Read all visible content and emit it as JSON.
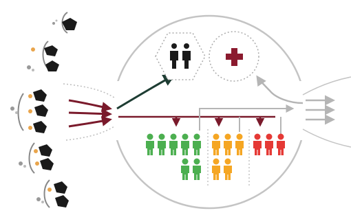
{
  "diagram": {
    "icons": {
      "incoming_casualties": "explosion-and-injured-figures-icon",
      "staff": "two-people-icon",
      "medical": "red-cross-icon",
      "patient": "person-icon"
    },
    "colors": {
      "inflow_arrow": "#7a1a2b",
      "staff_arrow": "#1e3d33",
      "outline": "#b5b5b5",
      "group_green": "#4caf50",
      "group_orange": "#f5a623",
      "group_red": "#e53935",
      "medical_cross": "#8b1a2e",
      "icon_dark": "#1a1a1a"
    },
    "triage_groups": [
      {
        "color": "green",
        "count": 7
      },
      {
        "color": "orange",
        "count": 5
      },
      {
        "color": "red",
        "count": 3
      }
    ]
  }
}
